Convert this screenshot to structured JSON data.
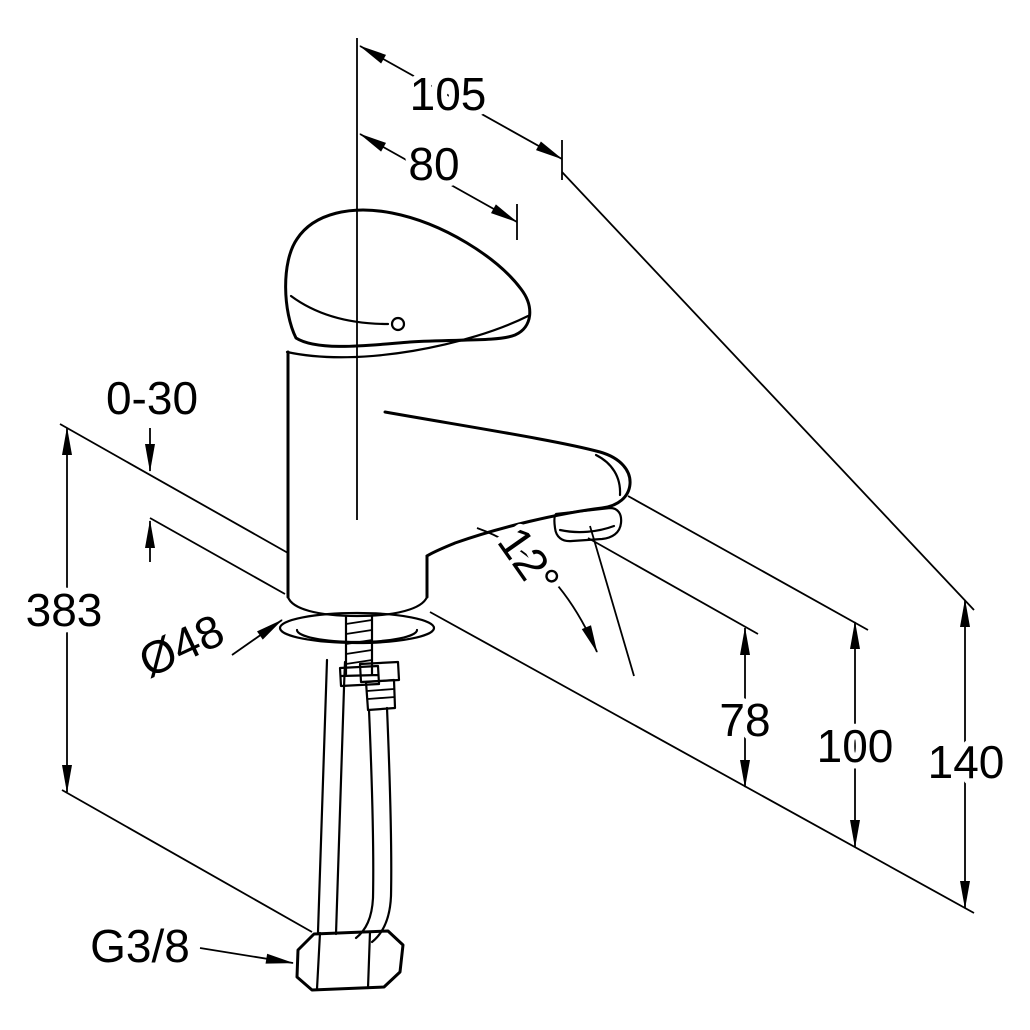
{
  "drawing": {
    "background_color": "#ffffff",
    "line_color": "#000000",
    "labels": {
      "reach_total": "105",
      "reach_aerator": "80",
      "deck_range": "0-30",
      "overall_height": "383",
      "base_diameter": "Ø48",
      "spout_angle": "12°",
      "outlet_height": "78",
      "spout_height": "100",
      "top_height": "140",
      "thread": "G3/8"
    }
  }
}
